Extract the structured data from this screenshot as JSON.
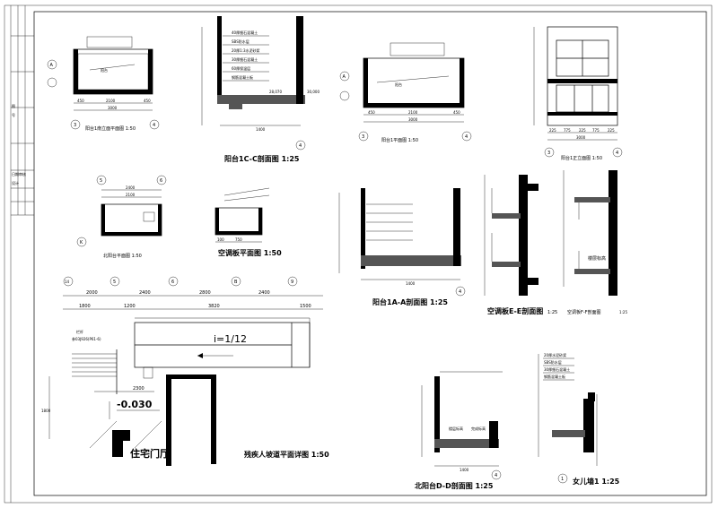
{
  "title_block": {
    "cells": [
      "图",
      "号",
      "日期",
      "设计",
      "审核"
    ]
  },
  "views": {
    "balcony1_south_plan": {
      "title": "阳台1南立面平面图 1:50",
      "axis_a": "A",
      "axis_3": "3",
      "axis_4": "4",
      "dims": [
        "450",
        "2100",
        "450",
        "3000"
      ],
      "label": "阳台"
    },
    "balcony1c_section": {
      "title": "阳台1C-C剖面图 1:25",
      "axis": "4",
      "dims": [
        "1400",
        "30,000",
        "28,070"
      ],
      "notes": [
        "40厚细石混凝土",
        "SBS防水层",
        "20厚1:3水泥砂浆",
        "30厚细石混凝土",
        "60厚保温层",
        "钢筋混凝土板"
      ]
    },
    "balcony1_plan": {
      "title": "阳台1平面图 1:50",
      "axis_a": "A",
      "axis_3": "3",
      "axis_4": "4",
      "dims": [
        "450",
        "2100",
        "450",
        "3000"
      ],
      "label": "阳台"
    },
    "balcony1_front": {
      "title": "阳台1正立面图 1:50",
      "axis_3": "3",
      "axis_4": "4",
      "dims": [
        "225",
        "775",
        "225",
        "775",
        "225",
        "3000"
      ]
    },
    "north_balcony_plan": {
      "title": "北阳台平面图 1:50",
      "axis_5": "5",
      "axis_6": "6",
      "axis_k": "K",
      "dims": [
        "2400",
        "2100"
      ]
    },
    "ac_board_plan": {
      "title": "空调板平面图 1:50",
      "dims": [
        "100",
        "750"
      ]
    },
    "balcony1a_section": {
      "title": "阳台1A-A剖面图 1:25",
      "axis": "4",
      "dims": [
        "1400"
      ]
    },
    "ac_board_e_section": {
      "title": "空调板E-E剖面图",
      "scale": "1:25"
    },
    "ac_board_f_section": {
      "title": "空调板F-F剖面图",
      "scale": "1:25",
      "note": "楼层标高"
    },
    "ramp_plan": {
      "title": "残疾人坡道平面详图 1:50",
      "axes": [
        "14",
        "5",
        "6",
        "B",
        "9"
      ],
      "top_dims": [
        "2000",
        "2400",
        "2800",
        "2400"
      ],
      "second_dims": [
        "1800",
        "1200",
        "3820",
        "1500"
      ],
      "slope": "i=1/12",
      "elevation": "-0.030",
      "room": "住宅门厅",
      "width_dim": "2300",
      "side_dim": "1800",
      "handrail": "栏杆",
      "stair_note": "参03J926(P61-6)"
    },
    "north_balcony_d_section": {
      "title": "北阳台D-D剖面图 1:25",
      "axis": "4",
      "dims": [
        "1400"
      ],
      "notes": [
        "楼层标高",
        "完成标高"
      ]
    },
    "cornice": {
      "title": "女儿墙1 1:25",
      "badge": "1",
      "notes": [
        "20厚水泥砂浆",
        "SBS防水层",
        "30厚细石混凝土",
        "钢筋混凝土板"
      ]
    }
  }
}
